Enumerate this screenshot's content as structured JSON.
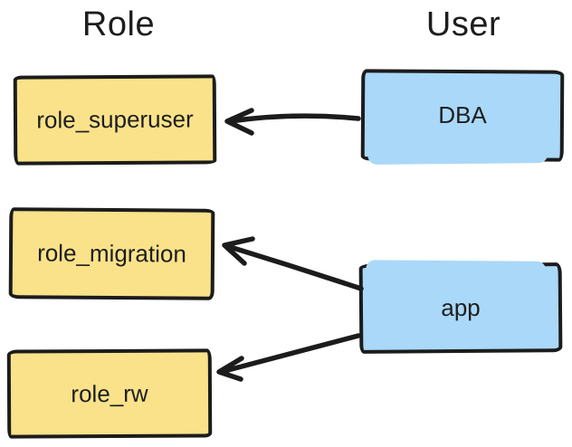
{
  "columns": [
    {
      "label": "Role"
    },
    {
      "label": "User"
    }
  ],
  "role_nodes": [
    {
      "label": "role_superuser"
    },
    {
      "label": "role_migration"
    },
    {
      "label": "role_rw"
    }
  ],
  "user_nodes": [
    {
      "label": "DBA"
    },
    {
      "label": "app"
    }
  ],
  "edges": [
    {
      "from": "DBA",
      "to": "role_superuser"
    },
    {
      "from": "app",
      "to": "role_migration"
    },
    {
      "from": "app",
      "to": "role_rw"
    }
  ],
  "colors": {
    "background": "#FFFFFF",
    "role_fill": "#F9E28A",
    "user_fill": "#A9D8F8",
    "stroke": "#1C1C1C",
    "text": "#1D1D1D"
  }
}
